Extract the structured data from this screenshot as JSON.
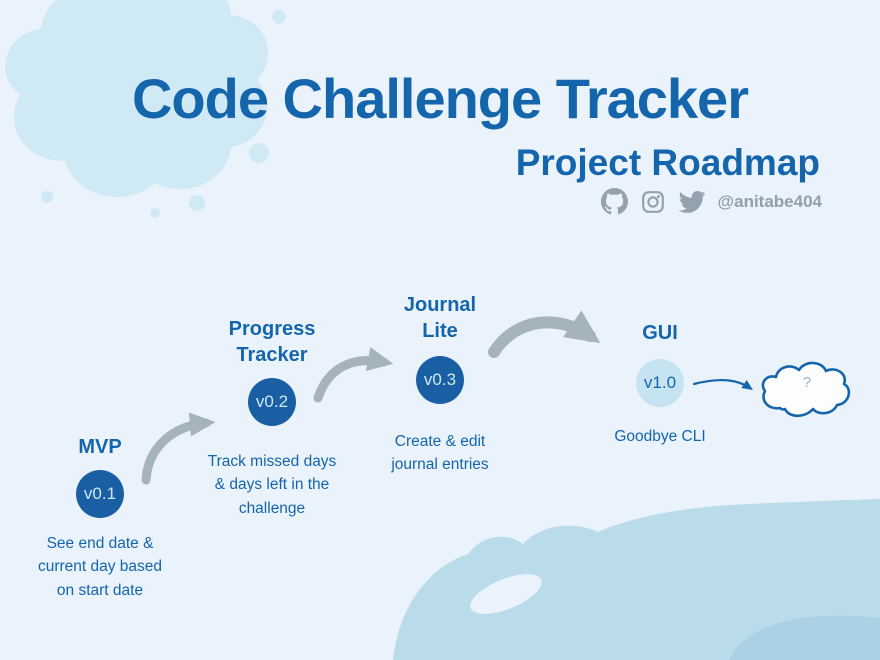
{
  "header": {
    "title": "Code Challenge Tracker",
    "subtitle": "Project Roadmap",
    "social_handle": "@anitabe404"
  },
  "milestones": [
    {
      "name": "MVP",
      "version": "v0.1",
      "description": "See end date & current day based on start date"
    },
    {
      "name": "Progress Tracker",
      "version": "v0.2",
      "description": "Track missed days & days left in the challenge"
    },
    {
      "name": "Journal Lite",
      "version": "v0.3",
      "description": "Create & edit journal entries"
    },
    {
      "name": "GUI",
      "version": "v1.0",
      "description": "Goodbye CLI"
    }
  ],
  "future": {
    "label": "?"
  },
  "colors": {
    "background": "#eaf3fb",
    "accent_blue": "#1565ad",
    "circle_dark": "#1a5fa3",
    "circle_light": "#c5e3f0",
    "arrow_gray": "#a5b3bd",
    "icon_gray": "#93a2ac",
    "splatter": "#cfe9f5",
    "wave": "#badcea"
  }
}
